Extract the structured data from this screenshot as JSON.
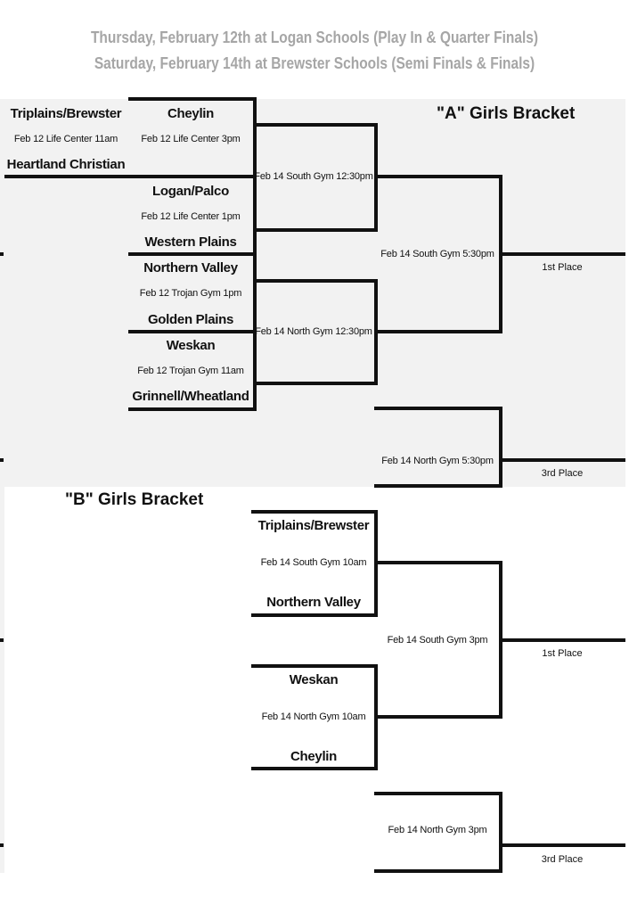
{
  "header": {
    "line1": "Thursday, February 12th at Logan Schools (Play In & Quarter Finals)",
    "line2": "Saturday, February 14th at Brewster Schools (Semi Finals & Finals)"
  },
  "bracket_a": {
    "title": "\"A\" Girls Bracket",
    "play_in": [
      {
        "top": "Triplains/Brewster",
        "game": "Feb 12 Life Center 11am",
        "bottom": "Heartland Christian"
      }
    ],
    "quarterfinals": [
      {
        "top": "Cheylin",
        "game": "Feb 12 Life Center 3pm"
      },
      {
        "top": "Logan/Palco",
        "game": "Feb 12 Life Center 1pm",
        "bottom": "Western Plains"
      },
      {
        "top": "Northern Valley",
        "game": "Feb 12 Trojan Gym 1pm",
        "bottom": "Golden Plains"
      },
      {
        "top": "Weskan",
        "game": "Feb 12 Trojan Gym 11am",
        "bottom": "Grinnell/Wheatland"
      }
    ],
    "semifinals": [
      "Feb 14 South Gym 12:30pm",
      "Feb 14 North Gym 12:30pm"
    ],
    "final": {
      "game": "Feb 14 South Gym 5:30pm",
      "place": "1st Place"
    },
    "third": {
      "game": "Feb 14 North Gym 5:30pm",
      "place": "3rd Place"
    }
  },
  "bracket_b": {
    "title": "\"B\" Girls Bracket",
    "semifinals": [
      {
        "top": "Triplains/Brewster",
        "game": "Feb 14 South Gym 10am",
        "bottom": "Northern Valley"
      },
      {
        "top": "Weskan",
        "game": "Feb 14 North Gym 10am",
        "bottom": "Cheylin"
      }
    ],
    "final": {
      "game": "Feb 14 South Gym 3pm",
      "place": "1st Place"
    },
    "third": {
      "game": "Feb 14 North Gym 3pm",
      "place": "3rd Place"
    }
  }
}
